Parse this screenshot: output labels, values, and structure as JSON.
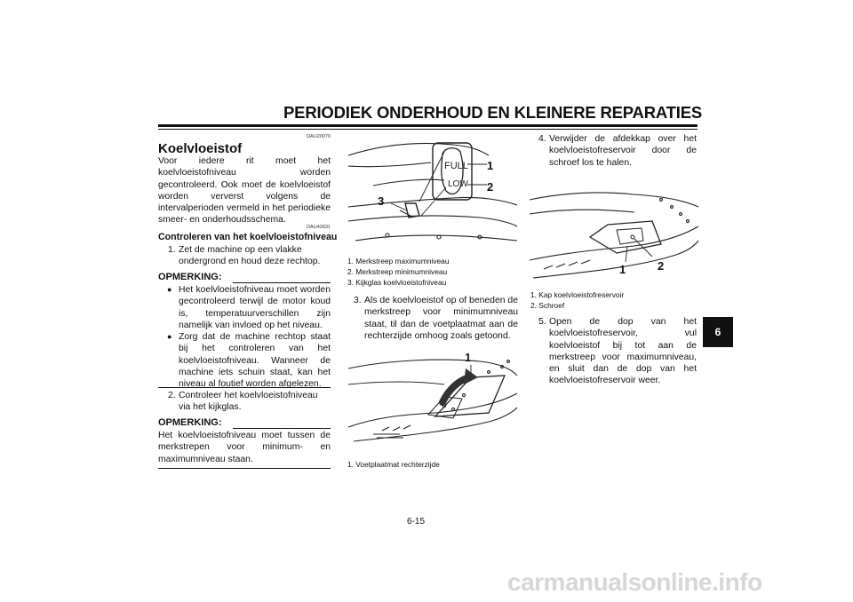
{
  "header": {
    "title": "PERIODIEK ONDERHOUD EN KLEINERE REPARATIES"
  },
  "col1": {
    "code1": "DAU20070",
    "heading": "Koelvloeistof",
    "intro": "Voor iedere rit moet het koelvloeistofniveau worden gecontroleerd. Ook moet de koelvloeistof worden ververst volgens de intervalperioden vermeld in het periodieke smeer- en onderhoudsschema.",
    "code2": "DAU42831",
    "subheading": "Controleren van het koelvloeistofniveau",
    "step1_num": "1.",
    "step1": "Zet de machine op een vlakke ondergrond en houd deze rechtop.",
    "note1_head": "OPMERKING:",
    "note1_bullets": [
      "Het koelvloeistofniveau moet worden gecontroleerd terwijl de motor koud is, temperatuurverschillen zijn namelijk van invloed op het niveau.",
      "Zorg dat de machine rechtop staat bij het controleren van het koelvloeistofniveau. Wanneer de machine iets schuin staat, kan het niveau al foutief worden afgelezen."
    ],
    "step2_num": "2.",
    "step2": "Controleer het koelvloeistofniveau via het kijkglas.",
    "note2_head": "OPMERKING:",
    "note2_text": "Het koelvloeistofniveau moet tussen de merkstrepen voor minimum- en maximumniveau staan."
  },
  "col2": {
    "fig1_labels": {
      "full": "FULL",
      "low": "LOW",
      "n1": "1",
      "n2": "2",
      "n3": "3"
    },
    "fig1_captions": [
      "1. Merkstreep maximumniveau",
      "2. Merkstreep minimumniveau",
      "3. Kijkglas koelvloeistofniveau"
    ],
    "step3_num": "3.",
    "step3": "Als de koelvloeistof op of beneden de merkstreep voor minimumniveau staat, til dan de voetplaatmat aan de rechterzijde omhoog zoals getoond.",
    "fig2_label": "1",
    "fig2_caption": "1. Voetplaatmat rechterzijde"
  },
  "col3": {
    "step4_num": "4.",
    "step4": "Verwijder de afdekkap over het koelvloeistofreservoir door de schroef los te halen.",
    "fig3_labels": {
      "n1": "1",
      "n2": "2"
    },
    "fig3_captions": [
      "1. Kap koelvloeistofreservoir",
      "2. Schroef"
    ],
    "step5_num": "5.",
    "step5": "Open de dop van het koelvloeistofreservoir, vul koelvloeistof bij tot aan de merkstreep voor maximumniveau, en sluit dan de dop van het koelvloeistofreservoir weer."
  },
  "chapter_tab": "6",
  "page_number": "6-15",
  "watermark": "carmanualsonline.info"
}
